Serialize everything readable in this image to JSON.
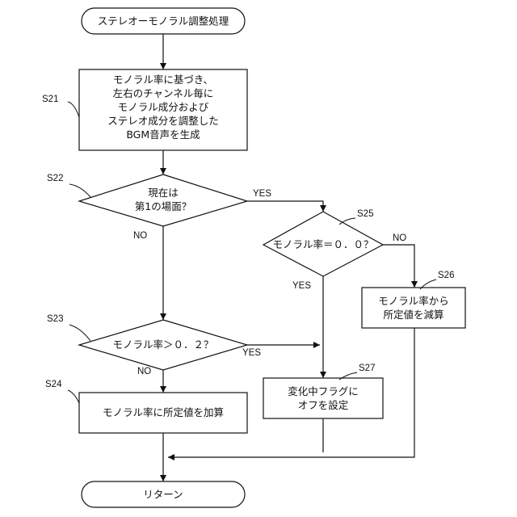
{
  "nodes": {
    "start": {
      "lines": [
        "ステレオーモノラル調整処理"
      ]
    },
    "s21": {
      "lines": [
        "モノラル率に基づき、",
        "左右のチャンネル毎に",
        "モノラル成分および",
        "ステレオ成分を調整した",
        "BGM音声を生成"
      ]
    },
    "s22": {
      "lines": [
        "現在は",
        "第1の場面？"
      ]
    },
    "s23": {
      "lines": [
        "モノラル率＞０．２？"
      ]
    },
    "s24": {
      "lines": [
        "モノラル率に所定値を加算"
      ]
    },
    "s25": {
      "lines": [
        "モノラル率＝０．０？"
      ]
    },
    "s26": {
      "lines": [
        "モノラル率から",
        "所定値を減算"
      ]
    },
    "s27": {
      "lines": [
        "変化中フラグに",
        "オフを設定"
      ]
    },
    "end": {
      "lines": [
        "リターン"
      ]
    }
  },
  "step_labels": {
    "s21": "S21",
    "s22": "S22",
    "s23": "S23",
    "s24": "S24",
    "s25": "S25",
    "s26": "S26",
    "s27": "S27"
  },
  "branch_labels": {
    "s22_yes": "YES",
    "s22_no": "NO",
    "s23_yes": "YES",
    "s23_no": "NO",
    "s25_yes": "YES",
    "s25_no": "NO"
  }
}
